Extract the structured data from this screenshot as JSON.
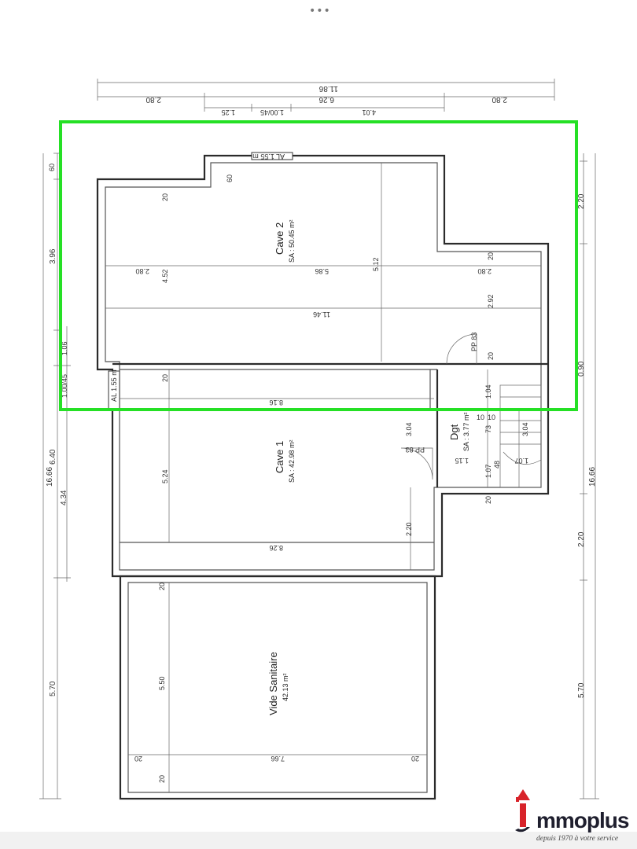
{
  "ui": {
    "menu_dots": "•••"
  },
  "top_dims": {
    "overall": "11.86",
    "left": "2.80",
    "middle": "6.26",
    "right": "2.80",
    "a": "1.25",
    "b": "1.00/45",
    "c": "4.01"
  },
  "left_dims": {
    "total": "16.66",
    "d1": "60",
    "d2": "3.96",
    "d3": "1.06",
    "d4": "1.00/45",
    "d5": "6.40",
    "d6": "4.34",
    "d7": "5.70"
  },
  "right_dims": {
    "total": "16.66",
    "r1": "2.20",
    "r2": "0.90",
    "r3": "2.20",
    "r4": "5.70"
  },
  "rooms": {
    "cave2": {
      "name": "Cave 2",
      "area": "SA : 50.45 m²"
    },
    "cave1": {
      "name": "Cave 1",
      "area": "SA : 42.98 m²"
    },
    "dgt": {
      "name": "Dgt",
      "area": "SA : 3.77 m²"
    },
    "vide": {
      "name": "Vide Sanitaire",
      "area": "42.13 m²"
    }
  },
  "labels": {
    "window_top": "AL 1.55 m",
    "window_left": "AL 1.55 m",
    "pp83_a": "PP 83",
    "pp83_b": "PP 83",
    "w60": "60",
    "w20": "20",
    "c2_452": "4.52",
    "c2_280l": "2.80",
    "c2_586": "5.86",
    "c2_512": "5.12",
    "c2_280r": "2.80",
    "c2_292": "2.92",
    "c2_1146": "11.46",
    "c1_816": "8.16",
    "c1_524": "5.24",
    "c1_304": "3.04",
    "c1_220": "2.20",
    "c1_826": "8.26",
    "dg_104": "1.04",
    "dg_10a": "10",
    "dg_10b": "10",
    "dg_73": "73",
    "dg_115": "1.15",
    "dg_107a": "1.07",
    "dg_48": "48",
    "dg_107b": "1.07",
    "dg_304": "3.04",
    "vs_550": "5.50",
    "vs_766": "7.66"
  },
  "logo": {
    "brand": "mmoplus",
    "tagline": "depuis 1970 à votre service",
    "colors": {
      "red": "#d8232a",
      "dark": "#1f1f2e"
    }
  },
  "highlight": {
    "color": "#25e025"
  }
}
